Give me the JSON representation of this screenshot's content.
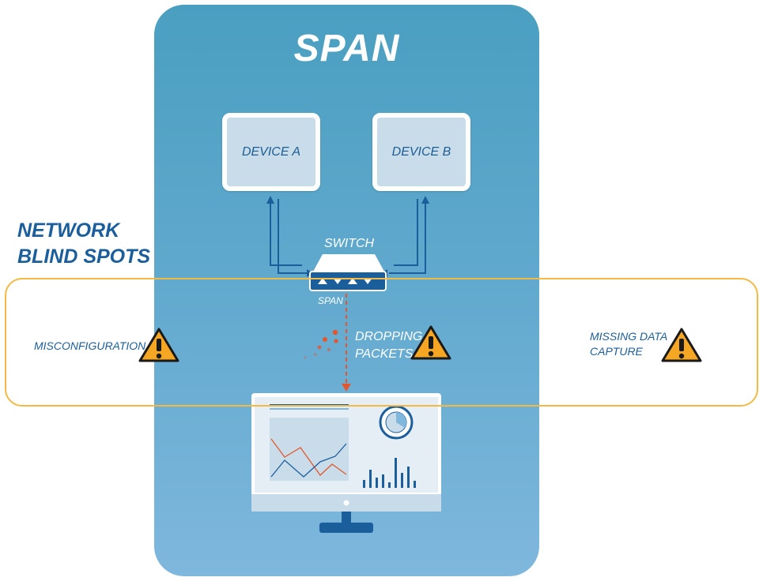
{
  "panel": {
    "title": "SPAN"
  },
  "devices": {
    "a": "DEVICE A",
    "b": "DEVICE B"
  },
  "switch": {
    "label": "SWITCH",
    "port_label": "SPAN"
  },
  "blind_spots": {
    "heading_line1": "NETWORK",
    "heading_line2": "BLIND SPOTS",
    "misconfiguration": "MISCONFIGURATION",
    "dropping_line1": "DROPPING",
    "dropping_line2": "PACKETS",
    "missing_line1": "MISSING DATA",
    "missing_line2": "CAPTURE"
  },
  "colors": {
    "accent_blue": "#1b5e9c",
    "warning_fill": "#f5a623",
    "frame_orange": "#f4b942",
    "packet_red": "#e4572e"
  },
  "icons": [
    "warning-icon",
    "monitor-icon",
    "switch-icon",
    "arrow-icon"
  ]
}
